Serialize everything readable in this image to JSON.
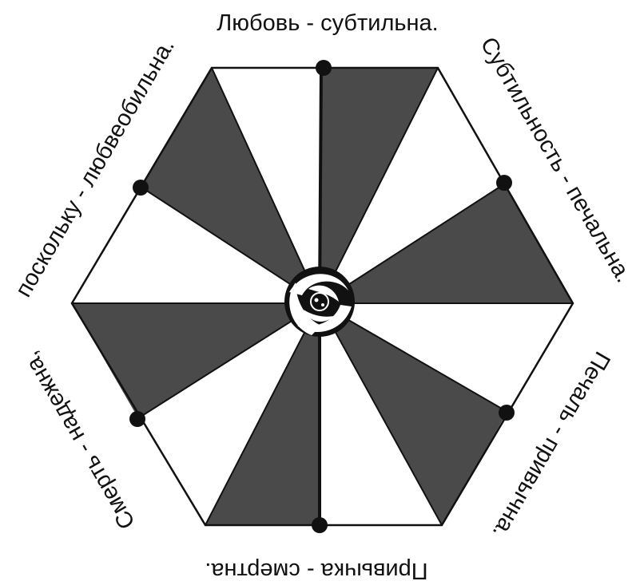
{
  "diagram": {
    "labels": {
      "top": "Любовь  -  субтильна.",
      "upper_right": "Субтильность  -  печальна.",
      "lower_right": "Печаль  -  привычна.",
      "bottom": "Привычка  -  смертна.",
      "lower_left": "Смерть  -  надежна,",
      "upper_left": "поскольку  -  любвеобильна."
    },
    "colors": {
      "dark_sector": "#4a4a4a",
      "light_sector": "#ffffff",
      "outline": "#111111",
      "vertex_dot": "#111111"
    },
    "center_icon": "swirl-icon"
  }
}
